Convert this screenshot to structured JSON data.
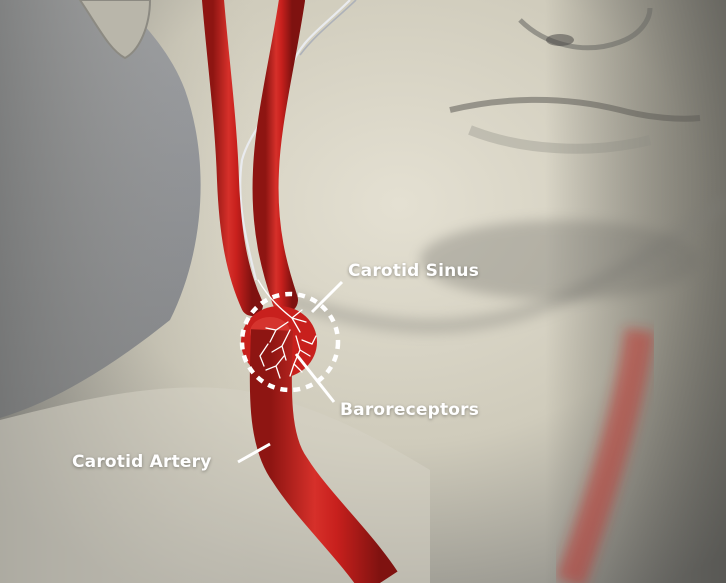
{
  "labels": {
    "carotid_sinus": "Carotid Sinus",
    "baroreceptors": "Baroreceptors",
    "carotid_artery": "Carotid Artery"
  },
  "colors": {
    "artery_red": "#c8201d",
    "artery_dark": "#8e1512",
    "skin_light": "#d9d5c6",
    "skin_shadow": "#8f8e88",
    "background_gray": "#8c8f96",
    "label_white": "#ffffff"
  }
}
